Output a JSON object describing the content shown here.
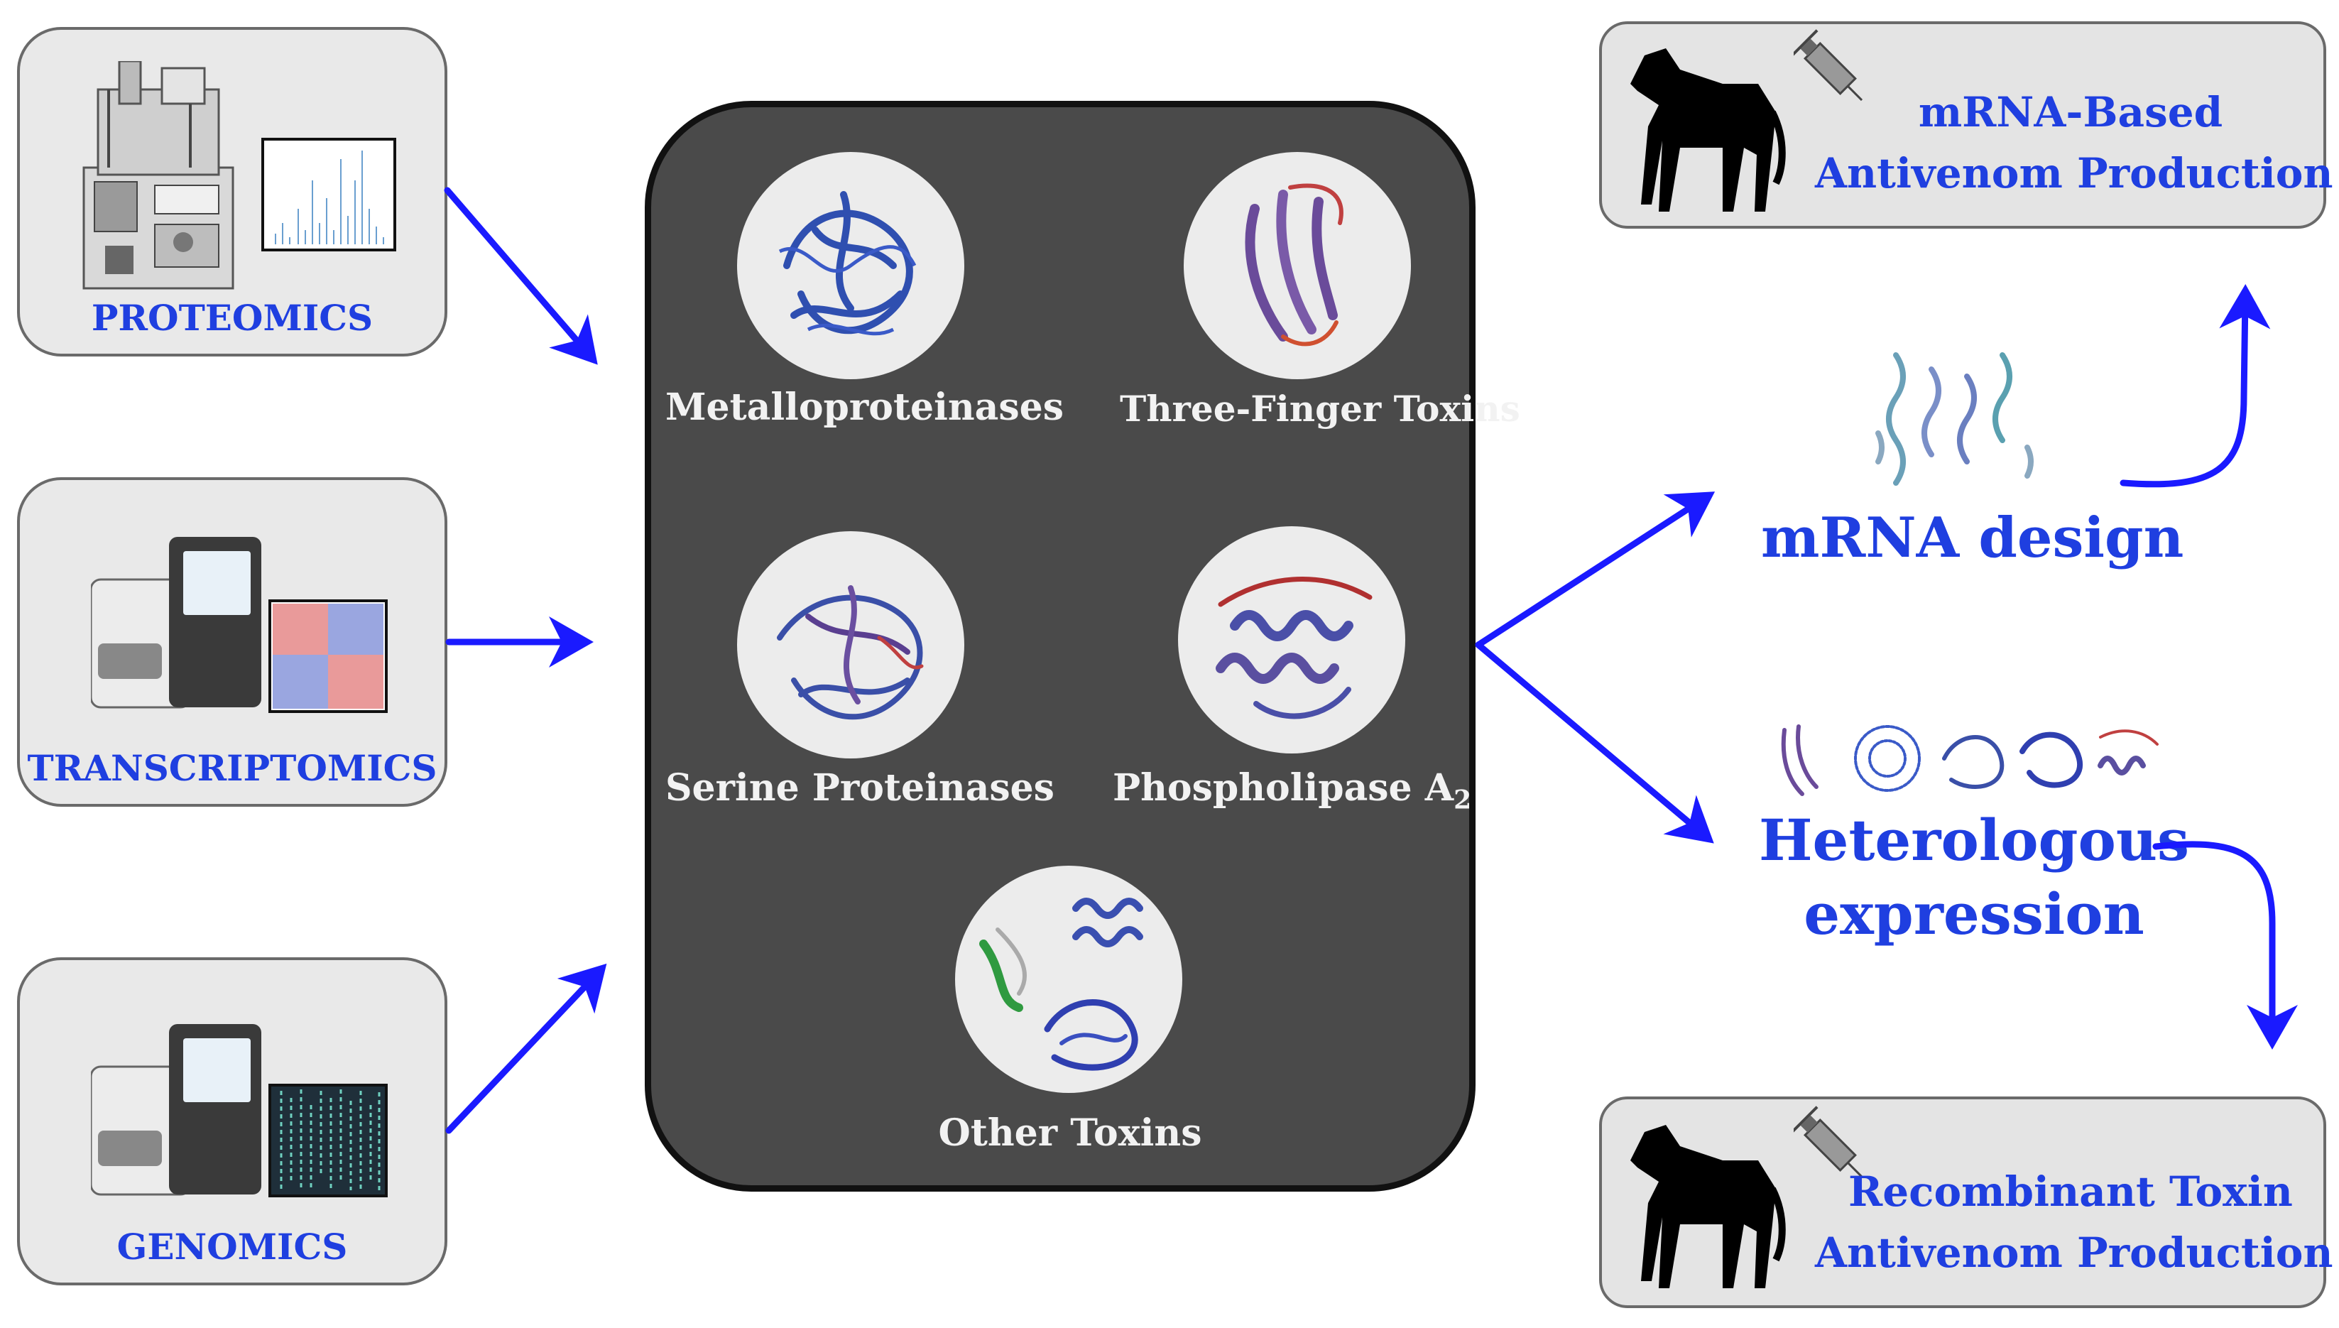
{
  "inputs": {
    "proteomics": "PROTEOMICS",
    "transcriptomics": "TRANSCRIPTOMICS",
    "genomics": "GENOMICS"
  },
  "toxins": {
    "metalloproteinases": "Metalloproteinases",
    "three_finger": "Three-Finger Toxins",
    "serine": "Serine Proteinases",
    "phospholipase": "Phospholipase A",
    "phospholipase_sub": "2",
    "other": "Other Toxins"
  },
  "outputs": {
    "mrna_prod_line1": "mRNA-Based",
    "mrna_prod_line2": "Antivenom Production",
    "mrna_design": "mRNA design",
    "hetero_line1": "Heterologous",
    "hetero_line2": "expression",
    "recomb_line1": "Recombinant Toxin",
    "recomb_line2": "Antivenom Production"
  },
  "colors": {
    "accent_blue": "#1f3fe0",
    "arrow_blue": "#1a1aff",
    "panel_dark": "#4a4a4a",
    "box_grey": "#e9e9e9"
  },
  "icons": [
    "mass-spectrometer-icon",
    "spectrum-chart-icon",
    "sequencer-icon",
    "heatmap-icon",
    "sequence-reads-icon",
    "horse-icon",
    "syringe-icon",
    "protein-structure-icon",
    "mrna-strand-icon"
  ]
}
